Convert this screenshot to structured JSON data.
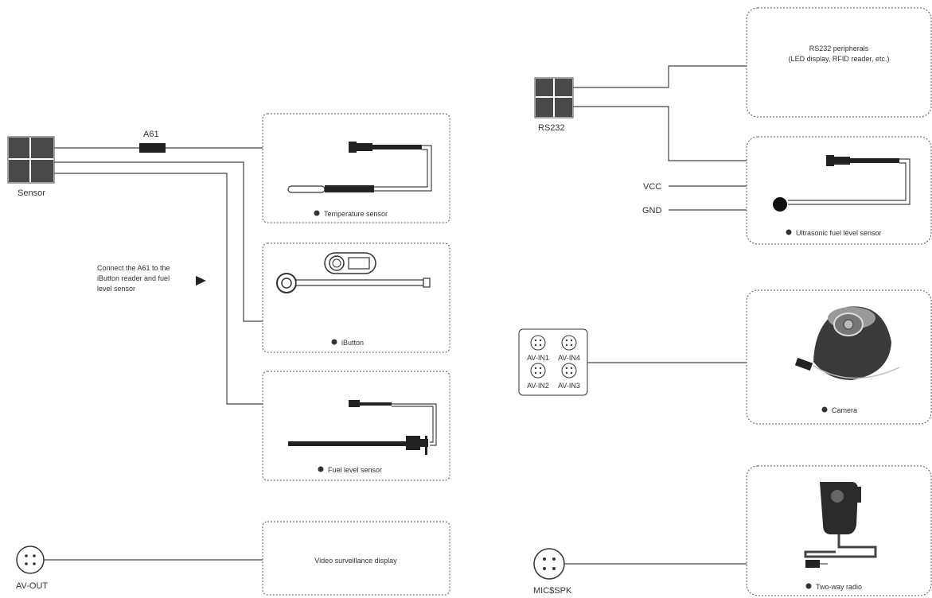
{
  "ports": {
    "sensor": "Sensor",
    "a61": "A61",
    "rs232": "RS232",
    "vcc": "VCC",
    "gnd": "GND",
    "av_in1": "AV-IN1",
    "av_in2": "AV-IN2",
    "av_in3": "AV-IN3",
    "av_in4": "AV-IN4",
    "av_out": "AV-OUT",
    "mic_spk": "MIC$SPK"
  },
  "note": {
    "line1": "Connect the A61 to the",
    "line2": "iButton reader and fuel",
    "line3": "level sensor"
  },
  "devices": {
    "temperature": "Temperature sensor",
    "ibutton": "iButton",
    "fuel": "Fuel level sensor",
    "video_display": "Video surveillance display",
    "rs232_peripherals_line1": "RS232 peripherals",
    "rs232_peripherals_line2": "(LED display, RFID reader, etc.)",
    "ultrasonic": "Ultrasonic fuel level sensor",
    "camera": "Camera",
    "radio": "Two-way radio"
  },
  "colors": {
    "connector": "#4a4a4a",
    "line": "#444444",
    "box_border": "#555555"
  }
}
